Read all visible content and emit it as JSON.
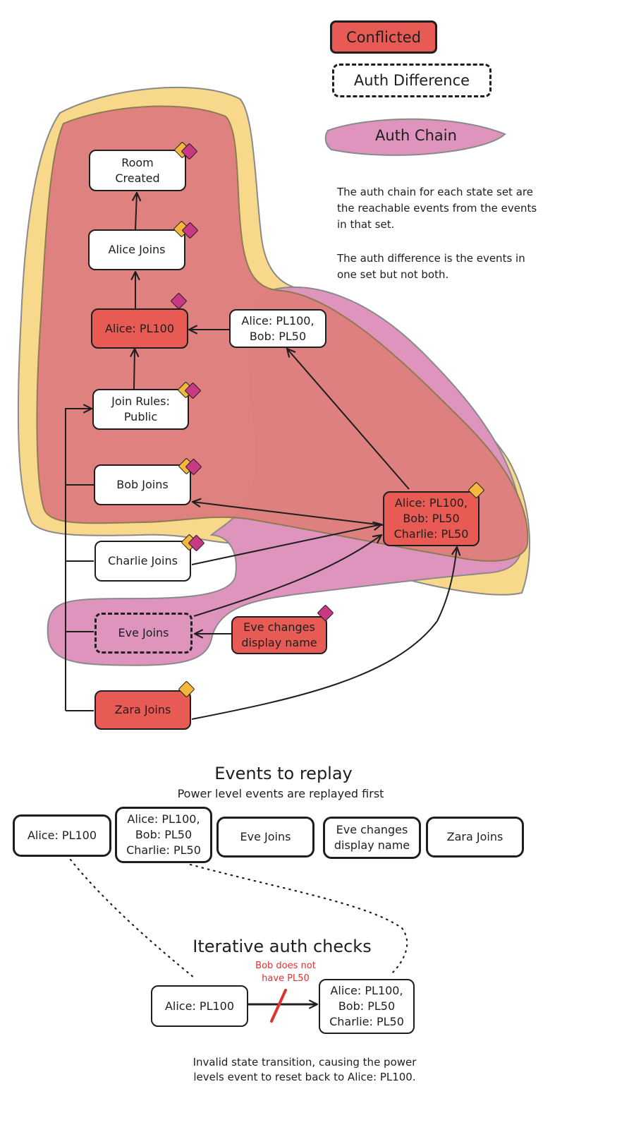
{
  "colors": {
    "conflicted": "#e85b55",
    "conflicted_region": "#de7f7f",
    "auth_chain_yellow": "#f8d98c",
    "auth_chain_pink": "#de94bc",
    "marker_yellow": "#f5b73c",
    "marker_pink": "#c83a84",
    "annotation_red": "#e03131"
  },
  "legend": {
    "conflicted": "Conflicted",
    "auth_difference": "Auth Difference",
    "auth_chain": "Auth Chain"
  },
  "notes": {
    "auth_chain": "The auth chain for each state set are\nthe reachable events from the events\nin that set.",
    "auth_difference": "The auth difference is the events in\none set but not both."
  },
  "graph": {
    "nodes": [
      {
        "id": "room-created",
        "label": "Room\nCreated",
        "style": "normal",
        "markers": [
          "yellow",
          "pink"
        ]
      },
      {
        "id": "alice-joins",
        "label": "Alice Joins",
        "style": "normal",
        "markers": [
          "yellow",
          "pink"
        ]
      },
      {
        "id": "alice-pl100",
        "label": "Alice: PL100",
        "style": "conflicted",
        "markers": [
          "pink"
        ]
      },
      {
        "id": "alice-pl100-bob-pl50",
        "label": "Alice: PL100,\nBob: PL50",
        "style": "normal",
        "markers": []
      },
      {
        "id": "join-rules-public",
        "label": "Join Rules:\nPublic",
        "style": "normal",
        "markers": [
          "yellow",
          "pink"
        ]
      },
      {
        "id": "bob-joins",
        "label": "Bob Joins",
        "style": "normal",
        "markers": [
          "yellow",
          "pink"
        ]
      },
      {
        "id": "alice-bob-charlie-pl",
        "label": "Alice: PL100,\nBob: PL50\nCharlie: PL50",
        "style": "conflicted",
        "markers": [
          "yellow"
        ]
      },
      {
        "id": "charlie-joins",
        "label": "Charlie Joins",
        "style": "normal",
        "markers": [
          "yellow",
          "pink"
        ]
      },
      {
        "id": "eve-joins",
        "label": "Eve Joins",
        "style": "auth-difference",
        "markers": []
      },
      {
        "id": "eve-changes-display-name",
        "label": "Eve changes\ndisplay name",
        "style": "conflicted",
        "markers": [
          "pink"
        ]
      },
      {
        "id": "zara-joins",
        "label": "Zara Joins",
        "style": "conflicted",
        "markers": [
          "yellow"
        ]
      }
    ],
    "edges": [
      {
        "from": "alice-joins",
        "to": "room-created"
      },
      {
        "from": "alice-pl100",
        "to": "alice-joins"
      },
      {
        "from": "join-rules-public",
        "to": "alice-pl100"
      },
      {
        "from": "alice-pl100-bob-pl50",
        "to": "alice-pl100"
      },
      {
        "from": "alice-bob-charlie-pl",
        "to": "alice-pl100-bob-pl50"
      },
      {
        "from": "alice-bob-charlie-pl",
        "to": "bob-joins"
      },
      {
        "from": "charlie-joins",
        "to": "alice-bob-charlie-pl"
      },
      {
        "from": "eve-joins",
        "to": "alice-bob-charlie-pl"
      },
      {
        "from": "zara-joins",
        "to": "alice-bob-charlie-pl"
      },
      {
        "from": "eve-changes-display-name",
        "to": "eve-joins"
      },
      {
        "from": "bob-joins",
        "to": "join-rules-public"
      },
      {
        "from": "charlie-joins",
        "to": "join-rules-public"
      },
      {
        "from": "eve-joins",
        "to": "join-rules-public"
      },
      {
        "from": "zara-joins",
        "to": "join-rules-public"
      }
    ]
  },
  "replay": {
    "title": "Events to replay",
    "subtitle": "Power level events are replayed first",
    "events": [
      "Alice: PL100",
      "Alice: PL100,\nBob: PL50\nCharlie: PL50",
      "Eve Joins",
      "Eve changes\ndisplay name",
      "Zara Joins"
    ]
  },
  "auth_checks": {
    "title": "Iterative auth checks",
    "from_event": "Alice: PL100",
    "to_event": "Alice: PL100,\nBob: PL50\nCharlie: PL50",
    "rejection_note": "Bob does not\nhave PL50",
    "conclusion": "Invalid state transition, causing the power\nlevels event to reset back to Alice: PL100."
  }
}
